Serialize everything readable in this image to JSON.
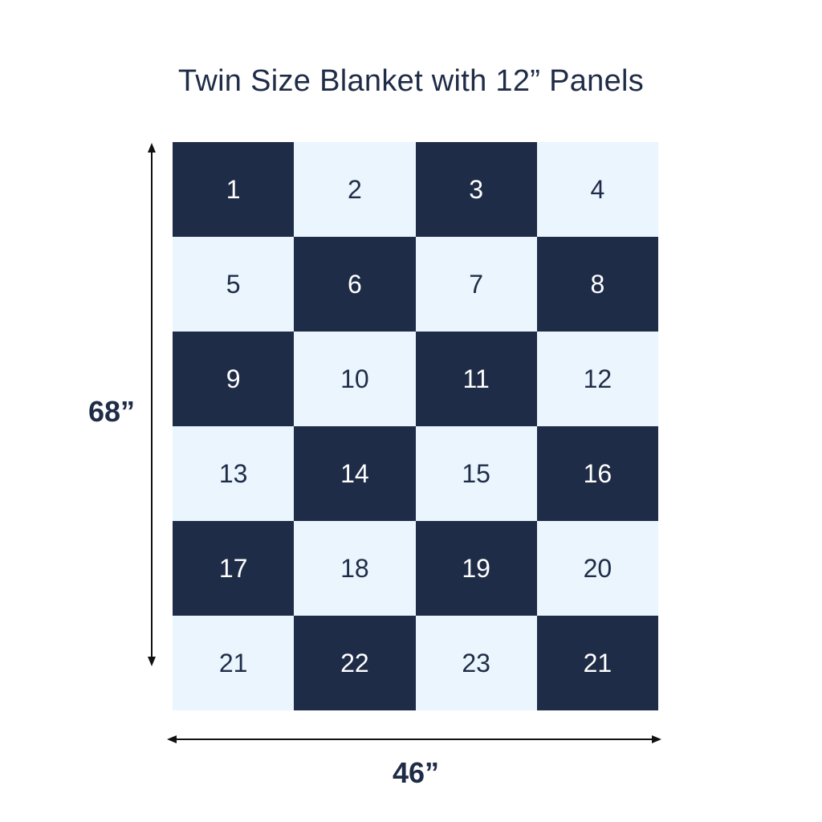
{
  "title": "Twin Size Blanket with 12” Panels",
  "dimensions": {
    "height_label": "68”",
    "width_label": "46”"
  },
  "colors": {
    "dark_panel": "#1f2c47",
    "light_panel": "#eaf5fe",
    "text": "#1f2c47"
  },
  "grid": {
    "columns": 4,
    "rows": 6,
    "panels": [
      {
        "label": "1",
        "tone": "dark"
      },
      {
        "label": "2",
        "tone": "light"
      },
      {
        "label": "3",
        "tone": "dark"
      },
      {
        "label": "4",
        "tone": "light"
      },
      {
        "label": "5",
        "tone": "light"
      },
      {
        "label": "6",
        "tone": "dark"
      },
      {
        "label": "7",
        "tone": "light"
      },
      {
        "label": "8",
        "tone": "dark"
      },
      {
        "label": "9",
        "tone": "dark"
      },
      {
        "label": "10",
        "tone": "light"
      },
      {
        "label": "11",
        "tone": "dark"
      },
      {
        "label": "12",
        "tone": "light"
      },
      {
        "label": "13",
        "tone": "light"
      },
      {
        "label": "14",
        "tone": "dark"
      },
      {
        "label": "15",
        "tone": "light"
      },
      {
        "label": "16",
        "tone": "dark"
      },
      {
        "label": "17",
        "tone": "dark"
      },
      {
        "label": "18",
        "tone": "light"
      },
      {
        "label": "19",
        "tone": "dark"
      },
      {
        "label": "20",
        "tone": "light"
      },
      {
        "label": "21",
        "tone": "light"
      },
      {
        "label": "22",
        "tone": "dark"
      },
      {
        "label": "23",
        "tone": "light"
      },
      {
        "label": "21",
        "tone": "dark"
      }
    ]
  }
}
